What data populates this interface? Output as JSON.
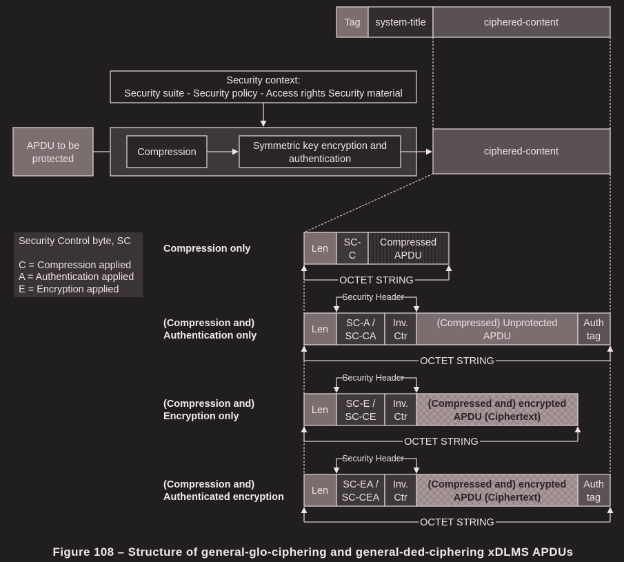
{
  "colors": {
    "background": "#211e1f",
    "light_box": "#7a6e6f",
    "mid_box": "#5a5152",
    "dark_box": "#2f2a2b",
    "container_box": "#3e3839",
    "text": "#ece1e2",
    "line": "#d9cfd0",
    "hatch_fill": "#a89899"
  },
  "top_frame": {
    "tag": "Tag",
    "system_title": "system-title",
    "ciphered_content": "ciphered-content"
  },
  "security_context": {
    "line1": "Security context:",
    "line2": "Security suite - Security policy - Access rights  Security material"
  },
  "flow": {
    "apdu_line1": "APDU to be",
    "apdu_line2": "protected",
    "compression": "Compression",
    "encryption_line1": "Symmetric key encryption and",
    "encryption_line2": "authentication",
    "output": "ciphered-content"
  },
  "legend": {
    "title": "Security Control byte, SC",
    "items": [
      "C = Compression applied",
      "A = Authentication applied",
      "E = Encryption applied"
    ]
  },
  "rows": [
    {
      "label_line1": "Compression only",
      "label_line2": "",
      "len": "Len",
      "sc_line1": "SC-",
      "sc_line2": "C",
      "payload_line1": "Compressed",
      "payload_line2": "APDU",
      "octet_string": "OCTET STRING"
    },
    {
      "label_line1": "(Compression and)",
      "label_line2": "Authentication only",
      "security_header": "Security Header",
      "len": "Len",
      "sc_line1": "SC-A /",
      "sc_line2": "SC-CA",
      "ctr_line1": "Inv.",
      "ctr_line2": "Ctr",
      "payload_line1": "(Compressed) Unprotected",
      "payload_line2": "APDU",
      "tag_line1": "Auth",
      "tag_line2": "tag",
      "octet_string": "OCTET STRING"
    },
    {
      "label_line1": "(Compression and)",
      "label_line2": "Encryption only",
      "security_header": "Security Header",
      "len": "Len",
      "sc_line1": "SC-E /",
      "sc_line2": "SC-CE",
      "ctr_line1": "Inv.",
      "ctr_line2": "Ctr",
      "payload_line1": "(Compressed and) encrypted",
      "payload_line2": "APDU (Ciphertext)",
      "octet_string": "OCTET STRING"
    },
    {
      "label_line1": "(Compression and)",
      "label_line2": "Authenticated encryption",
      "security_header": "Security Header",
      "len": "Len",
      "sc_line1": "SC-EA /",
      "sc_line2": "SC-CEA",
      "ctr_line1": "Inv.",
      "ctr_line2": "Ctr",
      "payload_line1": "(Compressed and) encrypted",
      "payload_line2": "APDU (Ciphertext)",
      "tag_line1": "Auth",
      "tag_line2": "tag",
      "octet_string": "OCTET STRING"
    }
  ],
  "caption": "Figure 108 – Structure of general-glo-ciphering and general-ded-ciphering xDLMS APDUs"
}
